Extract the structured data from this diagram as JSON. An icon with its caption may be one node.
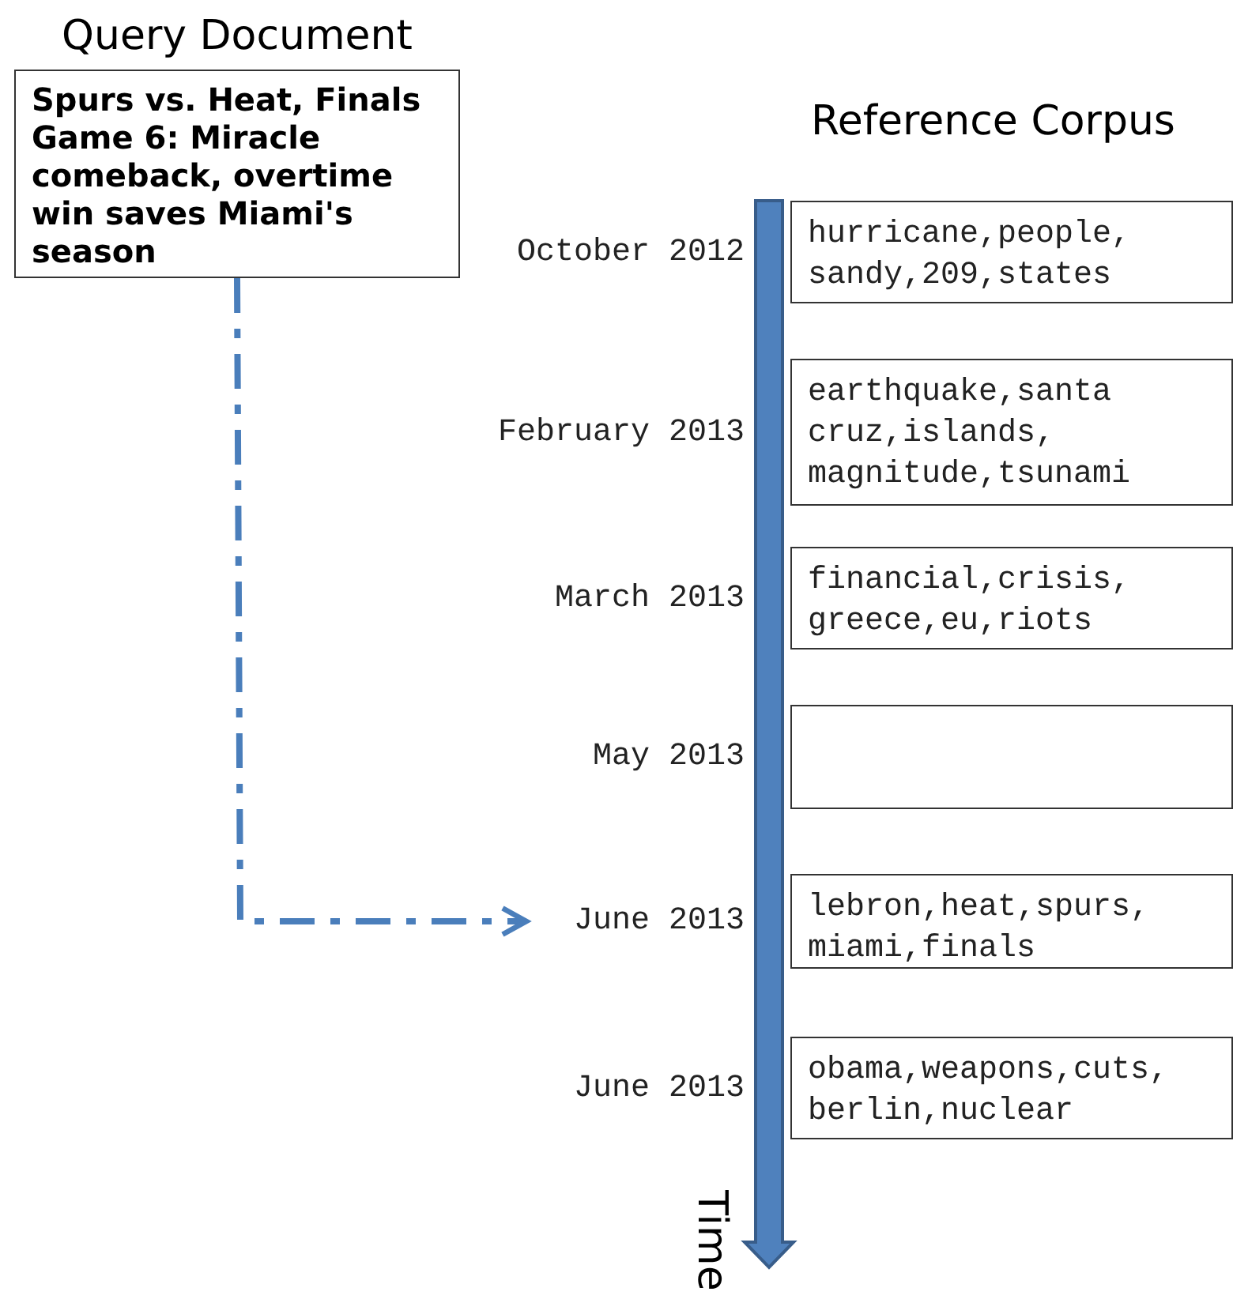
{
  "diagram": {
    "nodes": [
      {
        "text": [
          "Query Document",
          "Spurs vs. Heat, Finals Game 6: Miracle comeback, overtime win saves Miami's season"
        ]
      },
      {
        "text": [
          "hurricane,people, sandy,209,states"
        ],
        "beside": [
          "October 2012"
        ]
      },
      {
        "text": [
          "earthquake,santa cruz,islands, magnitude,tsunami"
        ],
        "beside": [
          "February 2013"
        ]
      },
      {
        "text": [
          "financial,crisis, greece,eu,riots"
        ],
        "beside": [
          "March 2013"
        ]
      },
      {
        "text": [],
        "shape": "box",
        "beside": [
          "May 2013"
        ]
      },
      {
        "text": [
          "lebron,heat,spurs, miami,finals"
        ],
        "beside": [
          "June 2013"
        ]
      },
      {
        "text": [
          "obama,weapons,cuts, berlin,nuclear"
        ],
        "beside": [
          "June 2013"
        ]
      }
    ],
    "edges": [
      {
        "from": 0,
        "to": 5,
        "arrow": "to",
        "style": "dashed"
      }
    ],
    "labels": [
      "Reference Corpus",
      "Time"
    ]
  }
}
